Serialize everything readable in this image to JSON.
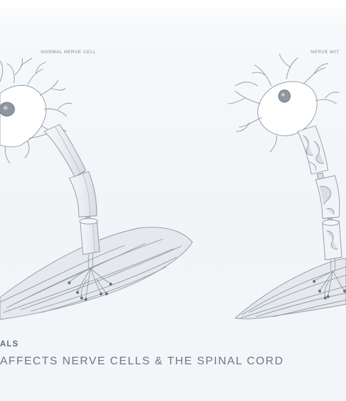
{
  "labels": {
    "normal_cell": "NORMAL NERVE CELL",
    "ms_cell": "NERVE WIT"
  },
  "caption": {
    "section_tag": "ALS",
    "headline": "AFFECTS NERVE CELLS & THE SPINAL CORD"
  },
  "colors": {
    "outline": "#8d96a3",
    "myelin_fill": "#e9edf1",
    "muscle_fill": "#e4e8ec",
    "nucleus": "#8e969f",
    "background": "#f2f6f9"
  }
}
